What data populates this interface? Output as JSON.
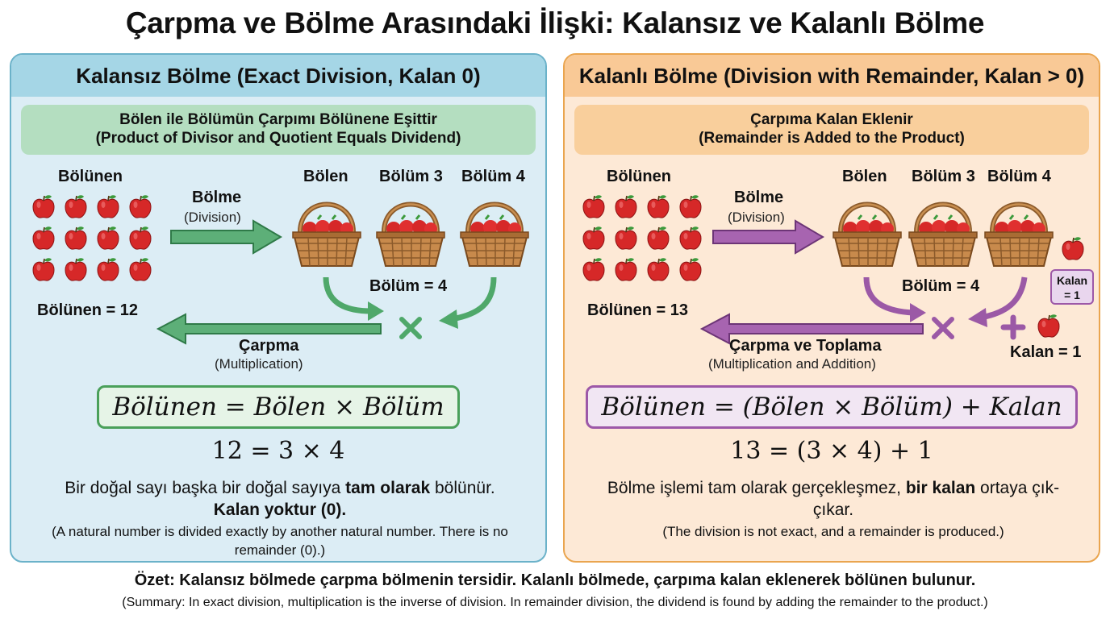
{
  "title": "Çarpma ve Bölme Arasındaki İlişki: Kalansız ve Kalanlı Bölme",
  "colors": {
    "green_arrow": "#4fa86a",
    "purple_arrow": "#9b59a6",
    "left_panel": "#dcedf5",
    "right_panel": "#fde9d6"
  },
  "left": {
    "header": "Kalansız Bölme (Exact Division, Kalan 0)",
    "subtitle_tr": "Bölen ile Bölümün Çarpımı Bölünene Eşittir",
    "subtitle_en": "(Product of Divisor and Quotient Equals Dividend)",
    "dividend_label": "Bölünen",
    "divisor_label": "Bölen",
    "quotient3_label": "Bölüm 3",
    "quotient4_label": "Bölüm 4",
    "division_label": "Bölme",
    "division_en": "(Division)",
    "quotient_eq": "Bölüm = 4",
    "dividend_eq": "Bölünen = 12",
    "multiply_label": "Çarpma",
    "multiply_en": "(Multiplication)",
    "formula": "Bölünen = Bölen × Bölüm",
    "equation": "12 = 3 × 4",
    "desc_pre": "Bir doğal sayı başka bir doğal sayıya ",
    "desc_bold": "tam olarak",
    "desc_post": " bölünür.",
    "desc_line2": "Kalan yoktur (0).",
    "desc_en": "(A natural number is divided exactly by another natural number. There is no remainder (0).)",
    "apple_count": 12
  },
  "right": {
    "header": "Kalanlı Bölme (Division with Remainder, Kalan > 0)",
    "subtitle_tr": "Çarpıma Kalan Eklenir",
    "subtitle_en": "(Remainder is Added to the Product)",
    "dividend_label": "Bölünen",
    "divisor_label": "Bölen",
    "quotient3_label": "Bölüm 3",
    "quotient4_label": "Bölüm 4",
    "division_label": "Bölme",
    "division_en": "(Division)",
    "quotient_eq": "Bölüm = 4",
    "dividend_eq": "Bölünen = 13",
    "remainder_box_1": "Kalan",
    "remainder_box_2": "= 1",
    "remainder_eq": "Kalan = 1",
    "multiply_label": "Çarpma ve Toplama",
    "multiply_en": "(Multiplication and Addition)",
    "formula": "Bölünen = (Bölen × Bölüm) + Kalan",
    "equation": "13 = (3 × 4) + 1",
    "desc_pre": "Bölme işlemi tam olarak gerçekleşmez, ",
    "desc_bold": "bir kalan",
    "desc_post": " ortaya çık-çıkar.",
    "desc_en": "(The division is not exact, and a remainder is produced.)",
    "apple_count": 12
  },
  "summary": "Özet: Kalansız bölmede çarpma bölmenin tersidir. Kalanlı bölmede, çarpıma kalan eklenerek bölünen bulunur.",
  "summary_en": "(Summary: In exact division, multiplication is the inverse of division. In remainder division, the dividend is found by adding the remainder to the product.)"
}
